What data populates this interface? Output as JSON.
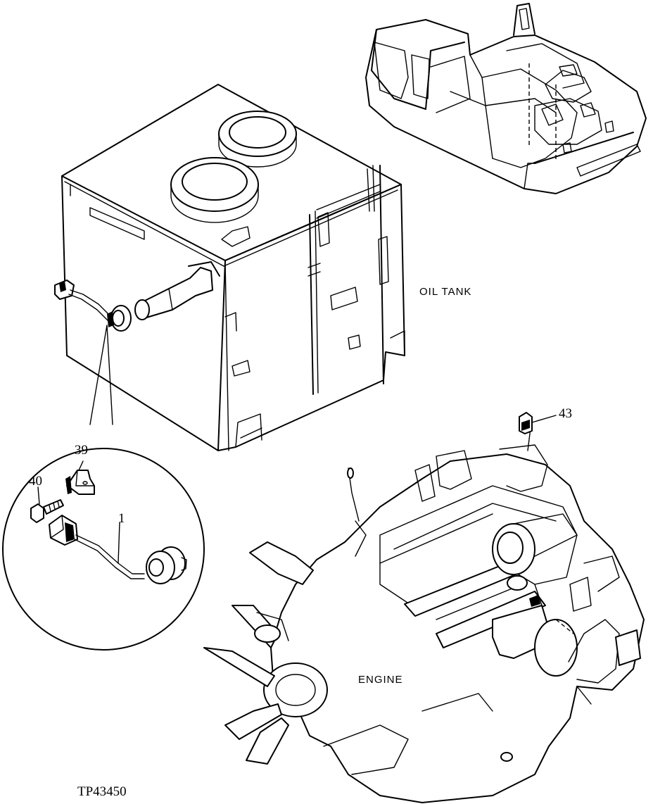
{
  "labels": {
    "oil_tank": "OIL TANK",
    "engine": "ENGINE"
  },
  "callouts": {
    "part_1": "1",
    "part_39": "39",
    "part_40": "40",
    "part_43": "43"
  },
  "reference": "TP43450"
}
